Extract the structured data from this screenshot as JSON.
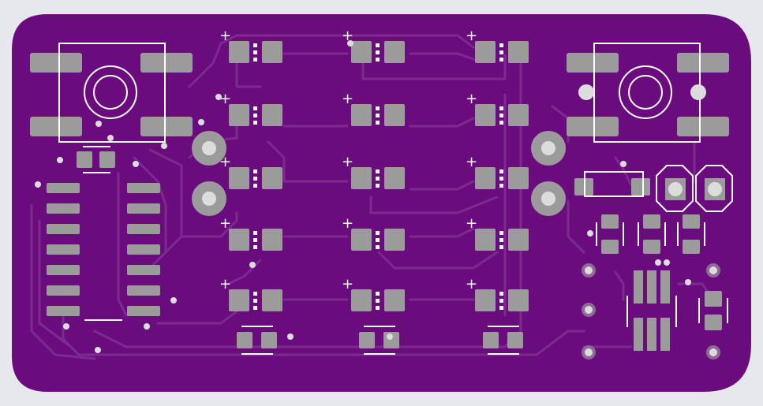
{
  "board": {
    "name": "pcb-board-top-view",
    "colors": {
      "background": "#e6e8ec",
      "substrate": "#6a0c7d",
      "trace": "#7d2a90",
      "pad": "#9b9b9b",
      "silkscreen": "#ffffff",
      "via": "#dcdcdc"
    },
    "polarity_mark": "+",
    "led_matrix": {
      "rows": 5,
      "columns": 3
    }
  }
}
